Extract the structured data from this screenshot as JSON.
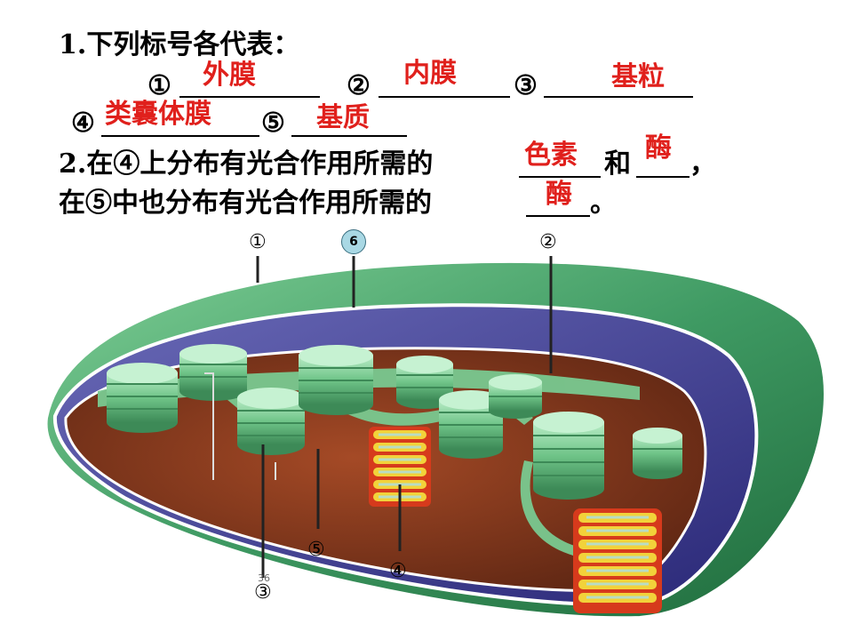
{
  "q1": {
    "intro": "1.下列标号各代表：",
    "mark1": "①",
    "ans1": "外膜",
    "mark2": "②",
    "ans2": "内膜",
    "mark3": "③",
    "ans3": "基粒",
    "mark4": "④",
    "ans4": "类囊体膜",
    "mark5": "⑤",
    "ans5": "基质"
  },
  "q2": {
    "line1_a": "2.在④上分布有光合作用所需的",
    "ans_a": "色素",
    "line1_b": "和",
    "ans_b": "酶",
    "line1_c": "，",
    "line2_a": "在⑤中也分布有光合作用所需的",
    "ans_c": "酶",
    "line2_b": "。"
  },
  "diagram": {
    "label_1": "①",
    "label_2": "②",
    "label_3": "③",
    "label_4": "④",
    "label_5": "⑤",
    "label_6": "6",
    "page_number": "36",
    "colors": {
      "outer_membrane": "#3f9a63",
      "inner_membrane": "#45429a",
      "stroma": "#8e3a1f",
      "grana": "#7fd19a",
      "thylakoid_edge": "#d63a1c",
      "thylakoid_fill": "#f2d23a"
    }
  }
}
